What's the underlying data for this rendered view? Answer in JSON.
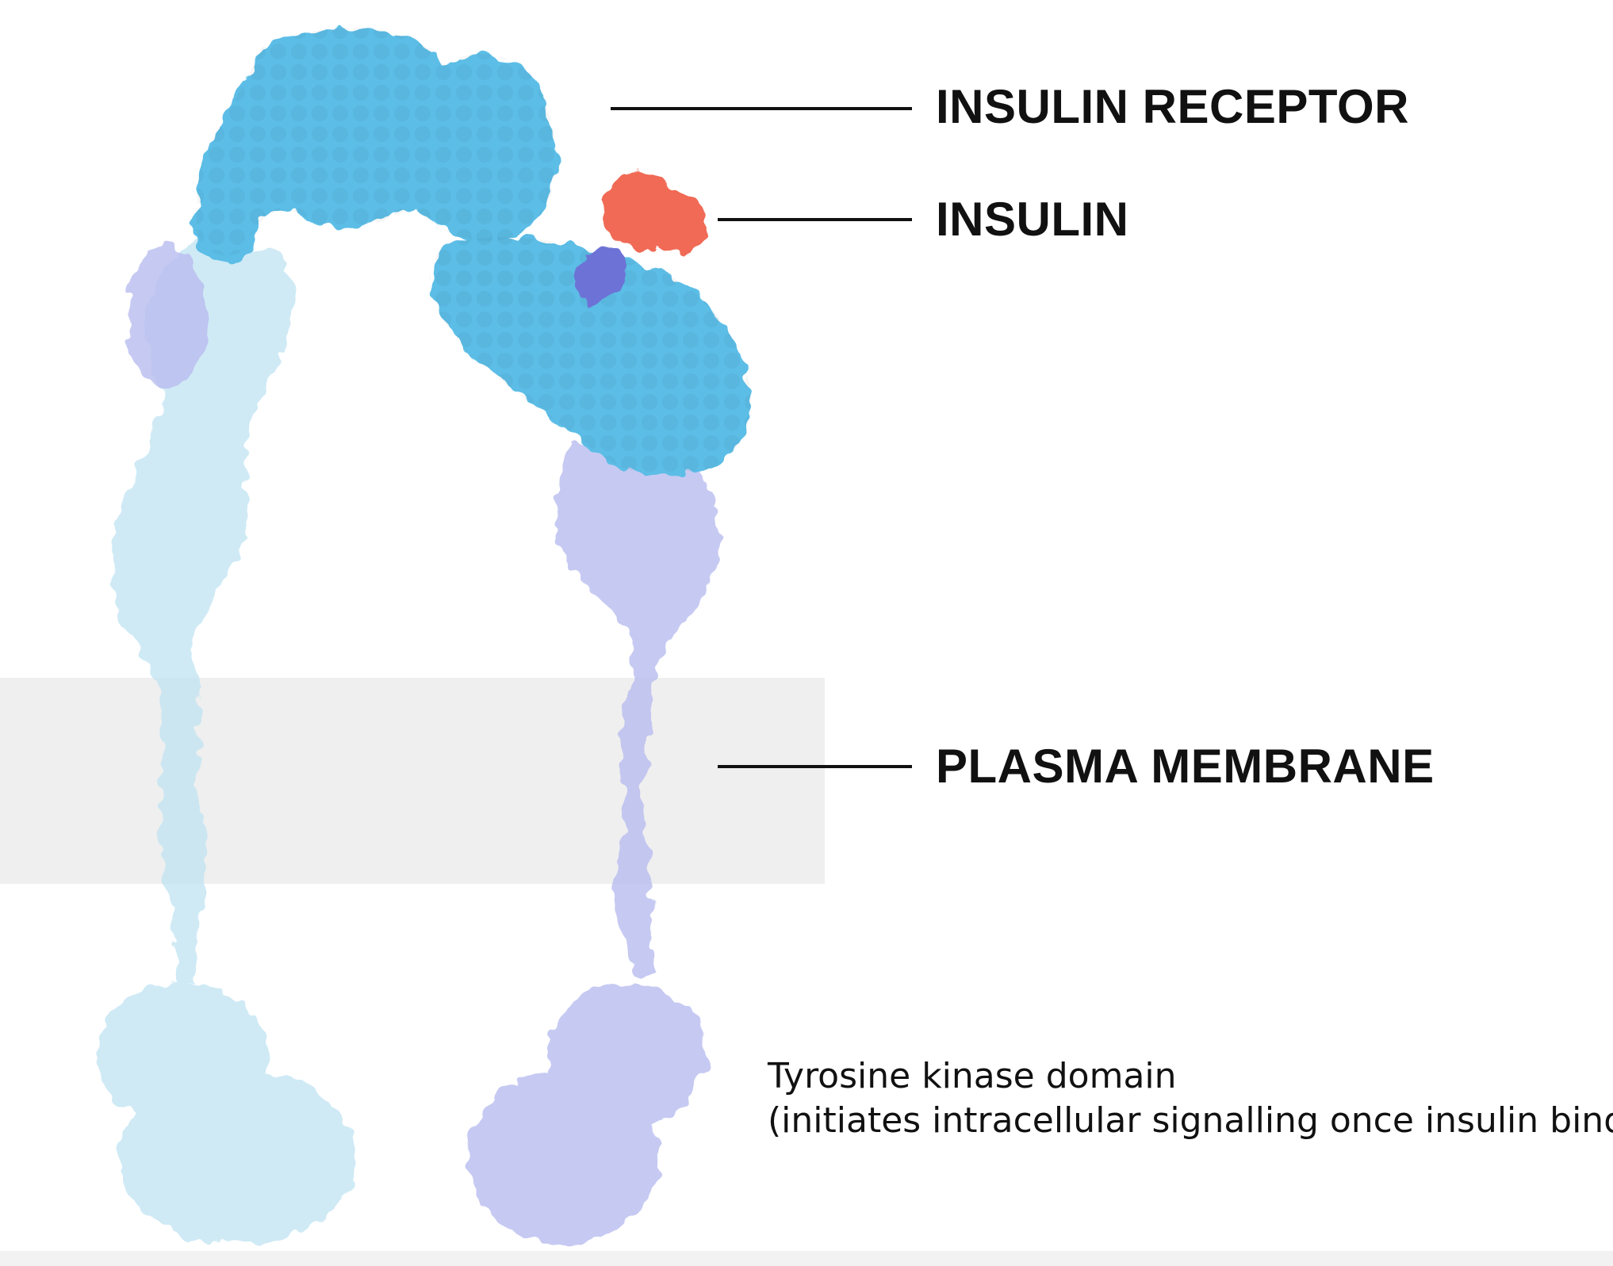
{
  "labels": {
    "insulin_receptor": "INSULIN RECEPTOR",
    "insulin": "INSULIN",
    "plasma_membrane": "PLASMA MEMBRANE"
  },
  "caption": {
    "line1": "Tyrosine kinase domain",
    "line2": "(initiates intracellular signalling once insulin binds)"
  },
  "colors": {
    "receptor_blue": "#5bbde6",
    "receptor_light": "#bfe3f2",
    "receptor_lavender": "#b9bdf0",
    "insulin_red": "#f06a55",
    "membrane_gray": "#ececec",
    "text": "#111111"
  }
}
